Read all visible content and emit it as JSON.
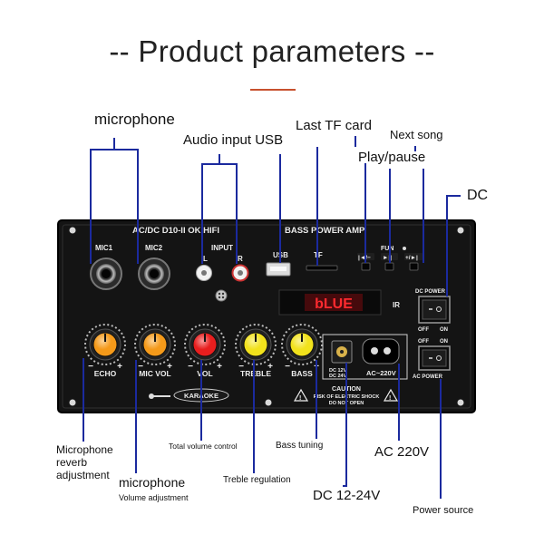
{
  "page": {
    "title": "-- Product parameters --"
  },
  "board": {
    "model_text": "AC/DC D10-II OK HIFI",
    "bass_power_amp": "BASS POWER AMP",
    "mic1": "MIC1",
    "mic2": "MIC2",
    "input": "INPUT",
    "input_l": "L",
    "input_r": "R",
    "usb": "USB",
    "tf": "TF",
    "fun": "FUN",
    "prev_btn": "|◄/−",
    "play_btn": "►||",
    "next_btn": "+/►|",
    "display_text": "bLUE",
    "ir": "IR",
    "dc_power": "DC POWER",
    "ac_power": "AC POWER",
    "off": "OFF",
    "on": "ON",
    "dc_spec_line1": "DC 12V",
    "dc_spec_line2": "DC 24V",
    "ac_spec": "AC~220V",
    "karaoke": "KARAOKE",
    "caution": "CAUTION",
    "caution_line2": "RISK OF ELECTRIC SHOCK",
    "caution_line3": "DO NOT OPEN",
    "knobs": [
      {
        "label": "ECHO",
        "color": "#f59a1a"
      },
      {
        "label": "MIC VOL",
        "color": "#f59a1a"
      },
      {
        "label": "VOL",
        "color": "#e81e1e"
      },
      {
        "label": "TREBLE",
        "color": "#f2e21c"
      },
      {
        "label": "BASS",
        "color": "#f2e21c"
      }
    ],
    "minus": "−",
    "plus": "+"
  },
  "callouts": {
    "microphone_top": "microphone",
    "audio_input_usb": "Audio input USB",
    "last_tf_card": "Last TF card",
    "next_song": "Next song",
    "play_pause": "Play/pause",
    "dc": "DC",
    "mic_reverb_line1": "Microphone",
    "mic_reverb_line2": "reverb",
    "mic_reverb_line3": "adjustment",
    "microphone_bottom": "microphone",
    "volume_adjustment": "Volume adjustment",
    "total_volume_control": "Total volume control",
    "treble_regulation": "Treble regulation",
    "bass_tuning": "Bass tuning",
    "ac_220v": "AC 220V",
    "dc_12_24v": "DC 12-24V",
    "power_source": "Power source"
  },
  "colors": {
    "leader_line": "#1b2a9e",
    "board": "#141414",
    "display": "#e0141c",
    "title_rule": "#c8512e"
  }
}
